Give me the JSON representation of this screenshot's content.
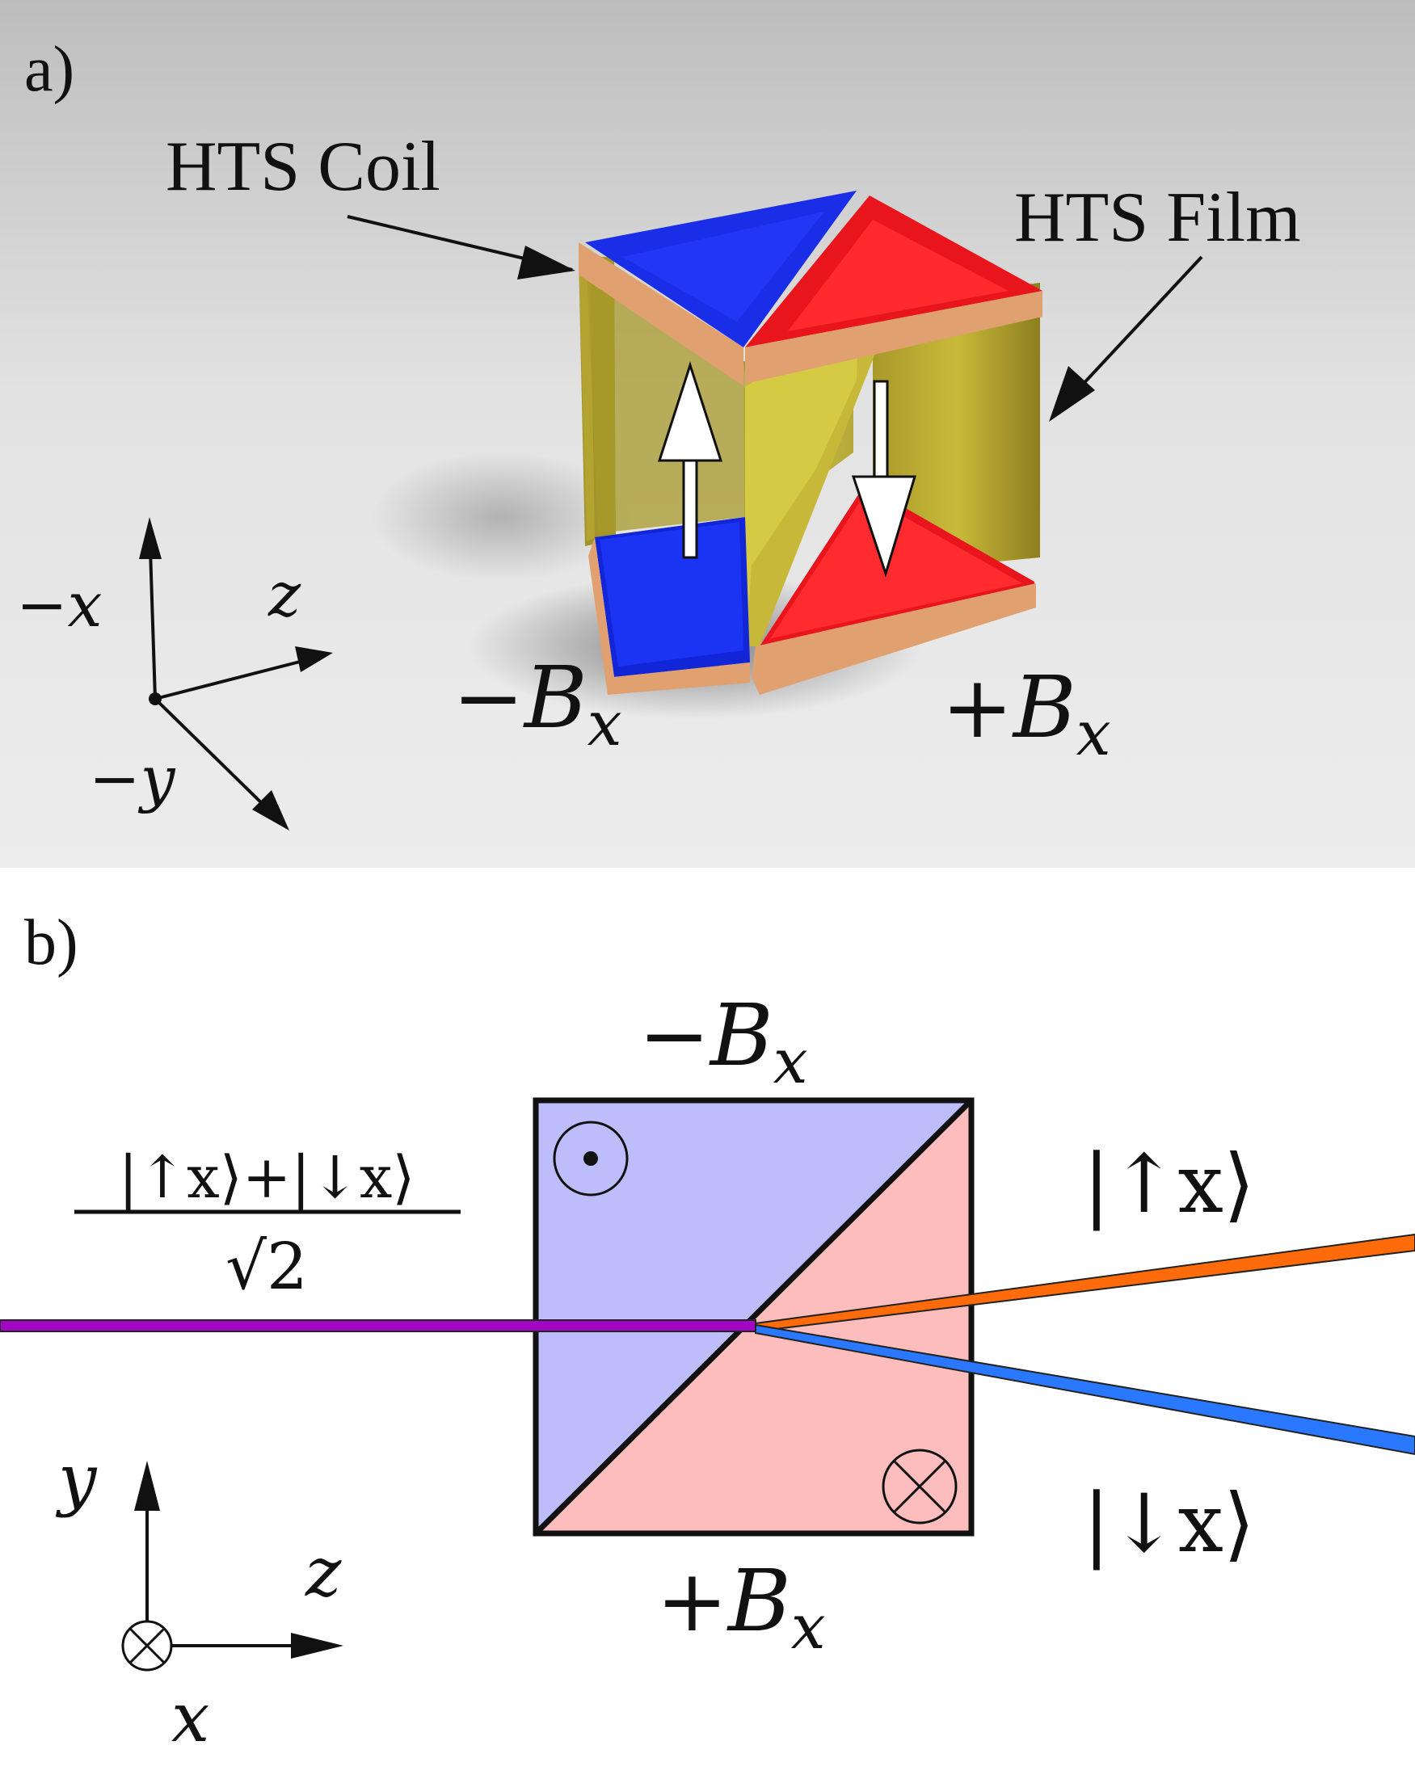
{
  "panel_a": {
    "label": "a)",
    "hts_coil_label": "HTS Coil",
    "hts_film_label": "HTS Film",
    "field_left": {
      "sign": "−",
      "symbol": "B",
      "sub": "x"
    },
    "field_right": {
      "sign": "+",
      "symbol": "B",
      "sub": "x"
    },
    "axes": {
      "up": "−x",
      "right": "z",
      "diag": "−y"
    },
    "colors": {
      "blue": "#1a2ee8",
      "red": "#e8161c",
      "film": "#b8a72c",
      "coil": "#e1a070"
    }
  },
  "panel_b": {
    "label": "b)",
    "field_top": {
      "sign": "−",
      "symbol": "B",
      "sub": "x"
    },
    "field_bottom": {
      "sign": "+",
      "symbol": "B",
      "sub": "x"
    },
    "input_state": {
      "numerator": "|↑x⟩+|↓x⟩",
      "denominator": "√2"
    },
    "output_up": "|↑x⟩",
    "output_down": "|↓x⟩",
    "axes": {
      "up": "y",
      "right": "z",
      "out": "x"
    },
    "colors": {
      "upper_region": "#bdbdfb",
      "lower_region": "#fdbdbd",
      "input_beam": "#a107c2",
      "up_beam": "#ff6a0a",
      "down_beam": "#2a78ff"
    }
  }
}
